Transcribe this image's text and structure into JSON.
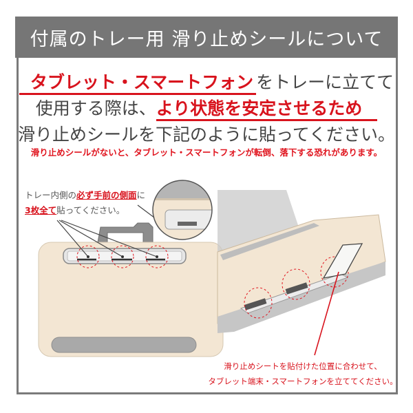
{
  "header": {
    "title": "付属のトレー用 滑り止めシールについて",
    "background": "#767676"
  },
  "intro": {
    "line1_red": "タブレット・スマートフォン",
    "line1_rest": "をトレーに立てて",
    "line2_start": "使用する際は、",
    "line2_red": "より状態を安定させるため",
    "line3": "滑り止めシールを下記のように貼ってください。",
    "warning": "滑り止めシールがないと、タブレット・スマートフォンが転倒、落下する恐れがあります。"
  },
  "left_diagram": {
    "note_line1_start": "トレー内側の",
    "note_line1_em": "必ず手前の側面",
    "note_line1_end": "に",
    "note_line2_em": "3枚全て",
    "note_line2_end": "貼ってください。",
    "sticker_count": 3
  },
  "right_diagram": {
    "caption_line1": "滑り止めシートを貼付けた位置に合わせて、",
    "caption_line2": "タブレット端末・スマートフォンを立ててください。"
  },
  "colors": {
    "accent_red": "#d8131d",
    "tray_beige": "#f3e6d3",
    "frame_gray": "#7a7a7a"
  }
}
